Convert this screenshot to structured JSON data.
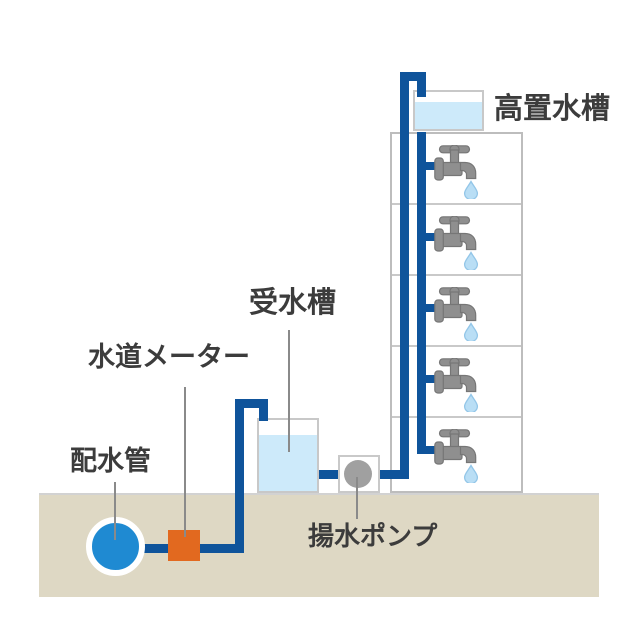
{
  "diagram": {
    "type": "water-supply-system-diagram",
    "labels": {
      "elevated_tank": "高置水槽",
      "receiving_tank": "受水槽",
      "water_meter": "水道メーター",
      "distribution_pipe": "配水管",
      "pump": "揚水ポンプ"
    },
    "building": {
      "floors": 5,
      "faucets_per_floor": 1
    },
    "icons": [
      "faucet-icon",
      "water-drop-icon"
    ],
    "colors": {
      "pipe_blue": "#0f549b",
      "water_light_blue": "#cdeafa",
      "ground_beige": "#ded8c4",
      "distribution_main_blue": "#1f8ad2",
      "meter_orange": "#e2691f",
      "pump_gray": "#a0a0a0",
      "faucet_gray": "#8f8f8f",
      "drop_blue": "#b9def5",
      "label_text": "#3c3c3c"
    }
  }
}
